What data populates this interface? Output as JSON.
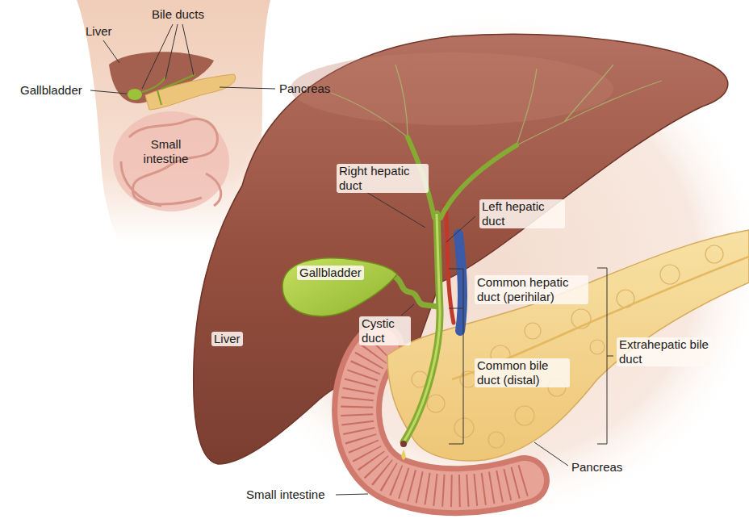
{
  "diagram": {
    "labels": [
      "Liver",
      "Bile ducts",
      "Gallbladder",
      "Pancreas",
      "Small intestine",
      "Right hepatic duct",
      "Left hepatic duct",
      "Gallbladder",
      "Common hepatic duct (perihilar)",
      "Cystic duct",
      "Liver",
      "Extrahepatic bile duct",
      "Common bile duct (distal)",
      "Pancreas",
      "Small intestine"
    ]
  }
}
